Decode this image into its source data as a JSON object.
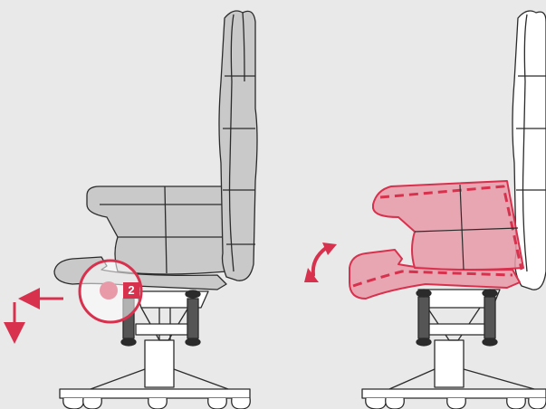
{
  "diagram": {
    "step_badge": "2",
    "colors": {
      "background": "#e9e9ea",
      "chair_gray": "#c9c9c9",
      "outline": "#2b2b2b",
      "accent": "#d8314d",
      "accent_fill": "#e89aa8",
      "white": "#ffffff"
    },
    "panels": [
      {
        "name": "chair-before-adjustment",
        "state": "lever pulled"
      },
      {
        "name": "chair-after-adjustment",
        "state": "seat tilted"
      }
    ],
    "icons": [
      "arrow-left-icon",
      "arrow-down-icon",
      "rotate-icon",
      "magnifier-circle-icon"
    ]
  }
}
